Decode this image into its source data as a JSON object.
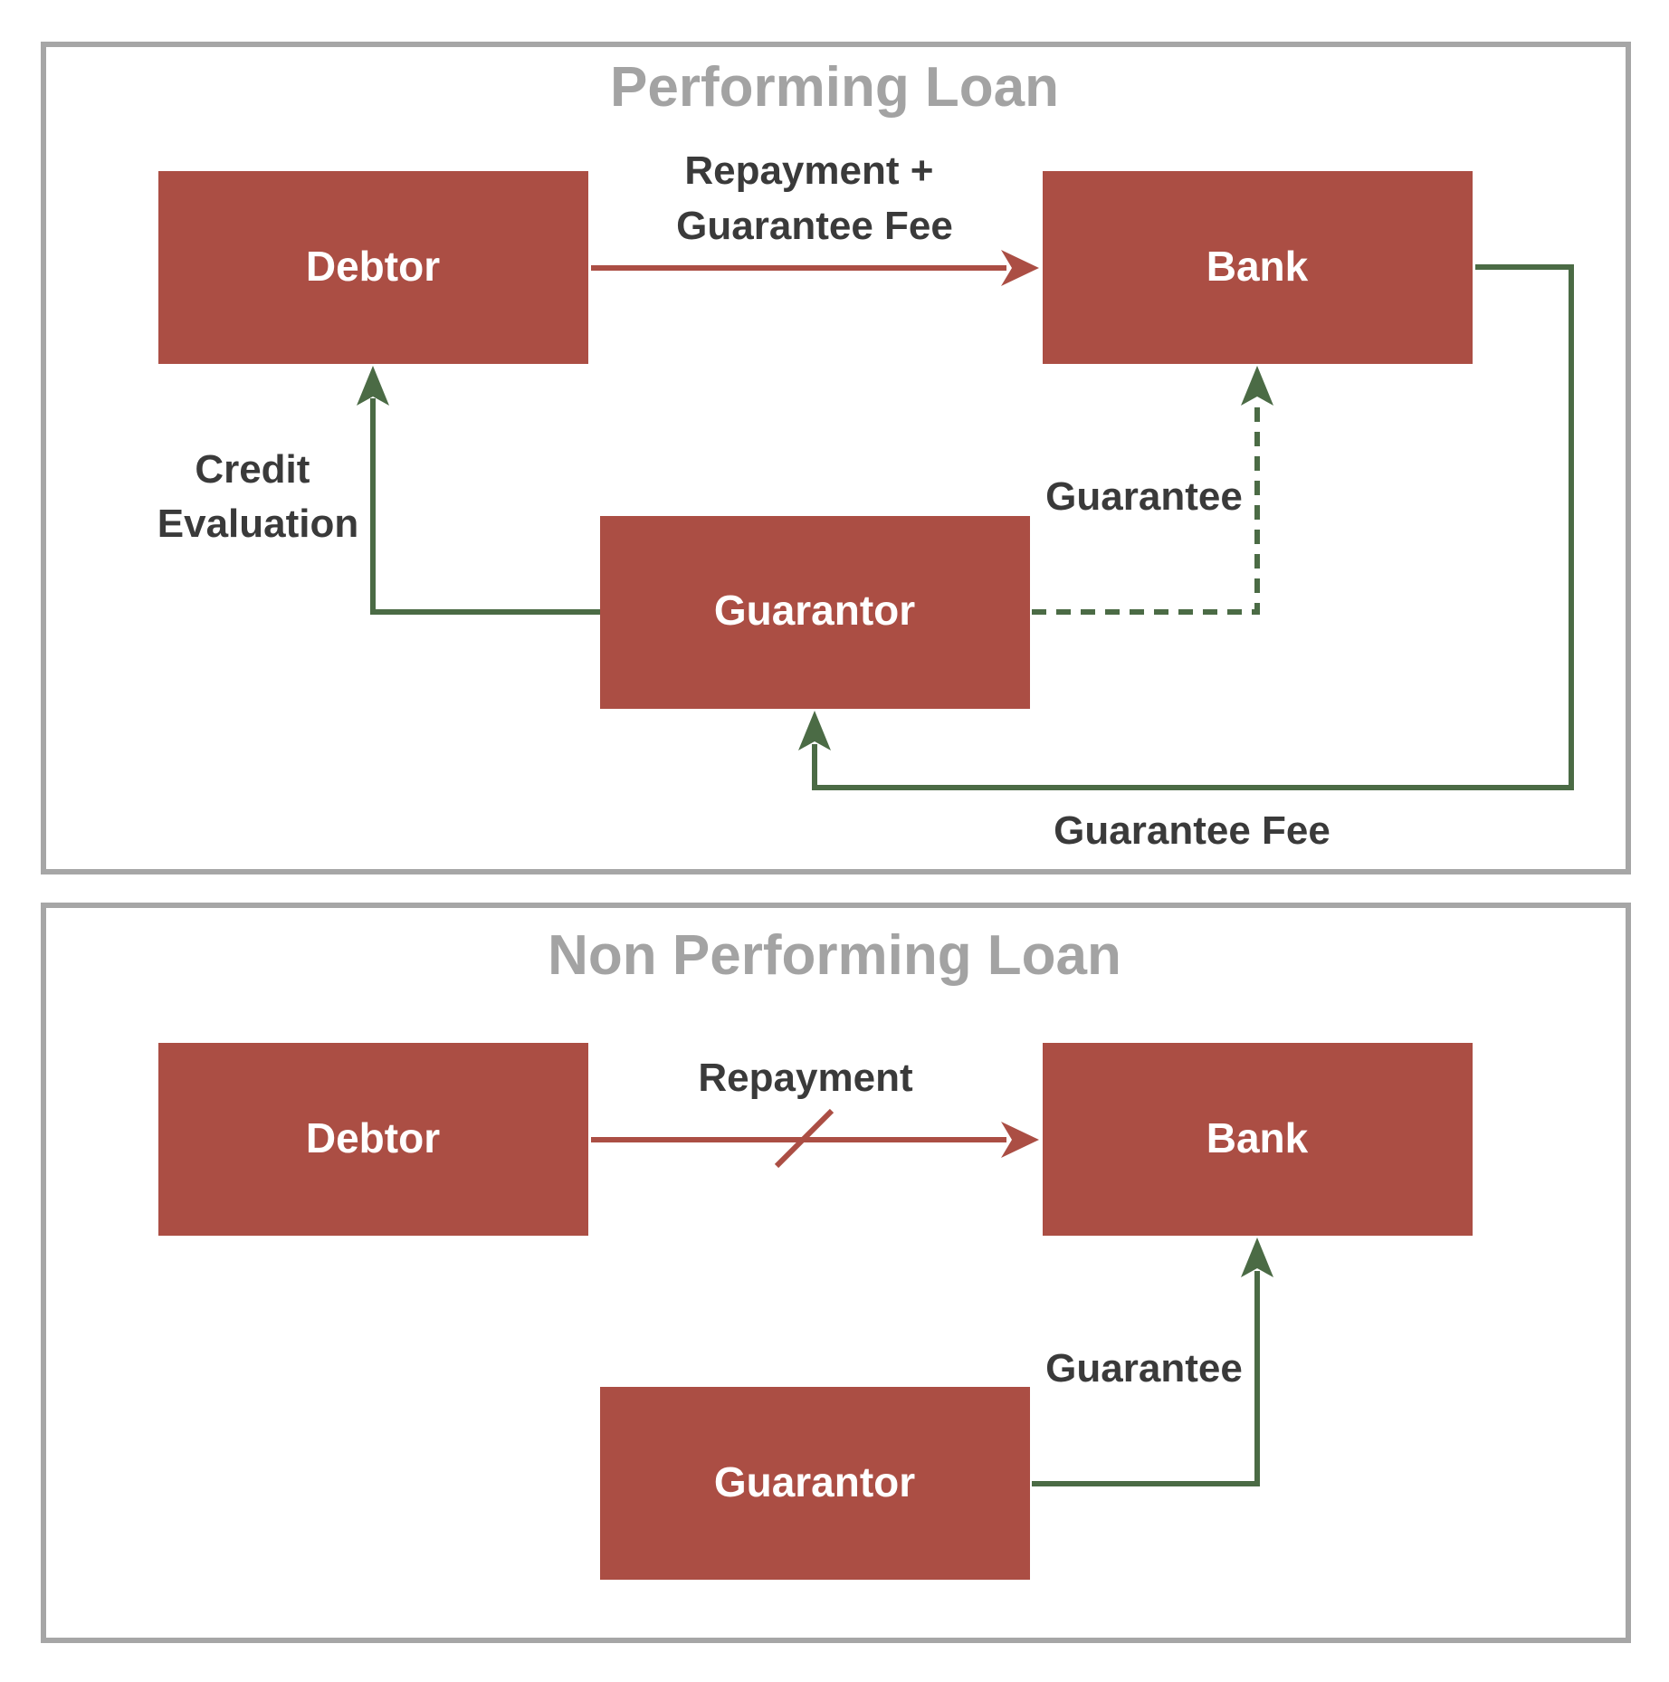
{
  "colors": {
    "node_fill": "#ab4e44",
    "node_text": "#ffffff",
    "payment_arrow": "#ab4e44",
    "guarantee_arrow": "#4b6b45",
    "panel_border": "#a6a6a6",
    "panel_title": "#a3a3a3",
    "edge_label": "#3a3a3a"
  },
  "panels": [
    {
      "title": "Performing Loan",
      "nodes": {
        "debtor": "Debtor",
        "bank": "Bank",
        "guarantor": "Guarantor"
      },
      "edges": {
        "repayment": {
          "from": "Debtor",
          "to": "Bank",
          "label_lines": [
            "Repayment +",
            "Guarantee Fee"
          ],
          "style": "solid",
          "color": "red"
        },
        "credit_evaluation": {
          "from": "Guarantor",
          "to": "Debtor",
          "label_lines": [
            "Credit",
            "Evaluation"
          ],
          "style": "solid",
          "color": "green"
        },
        "guarantee": {
          "from": "Guarantor",
          "to": "Bank",
          "label": "Guarantee",
          "style": "dashed",
          "color": "green"
        },
        "guarantee_fee": {
          "from": "Bank",
          "to": "Guarantor",
          "label": "Guarantee Fee",
          "style": "solid",
          "color": "green"
        }
      }
    },
    {
      "title": "Non Performing Loan",
      "nodes": {
        "debtor": "Debtor",
        "bank": "Bank",
        "guarantor": "Guarantor"
      },
      "edges": {
        "repayment": {
          "from": "Debtor",
          "to": "Bank",
          "label": "Repayment",
          "style": "solid",
          "color": "red",
          "struck_through": true
        },
        "guarantee": {
          "from": "Guarantor",
          "to": "Bank",
          "label": "Guarantee",
          "style": "solid",
          "color": "green"
        }
      }
    }
  ]
}
